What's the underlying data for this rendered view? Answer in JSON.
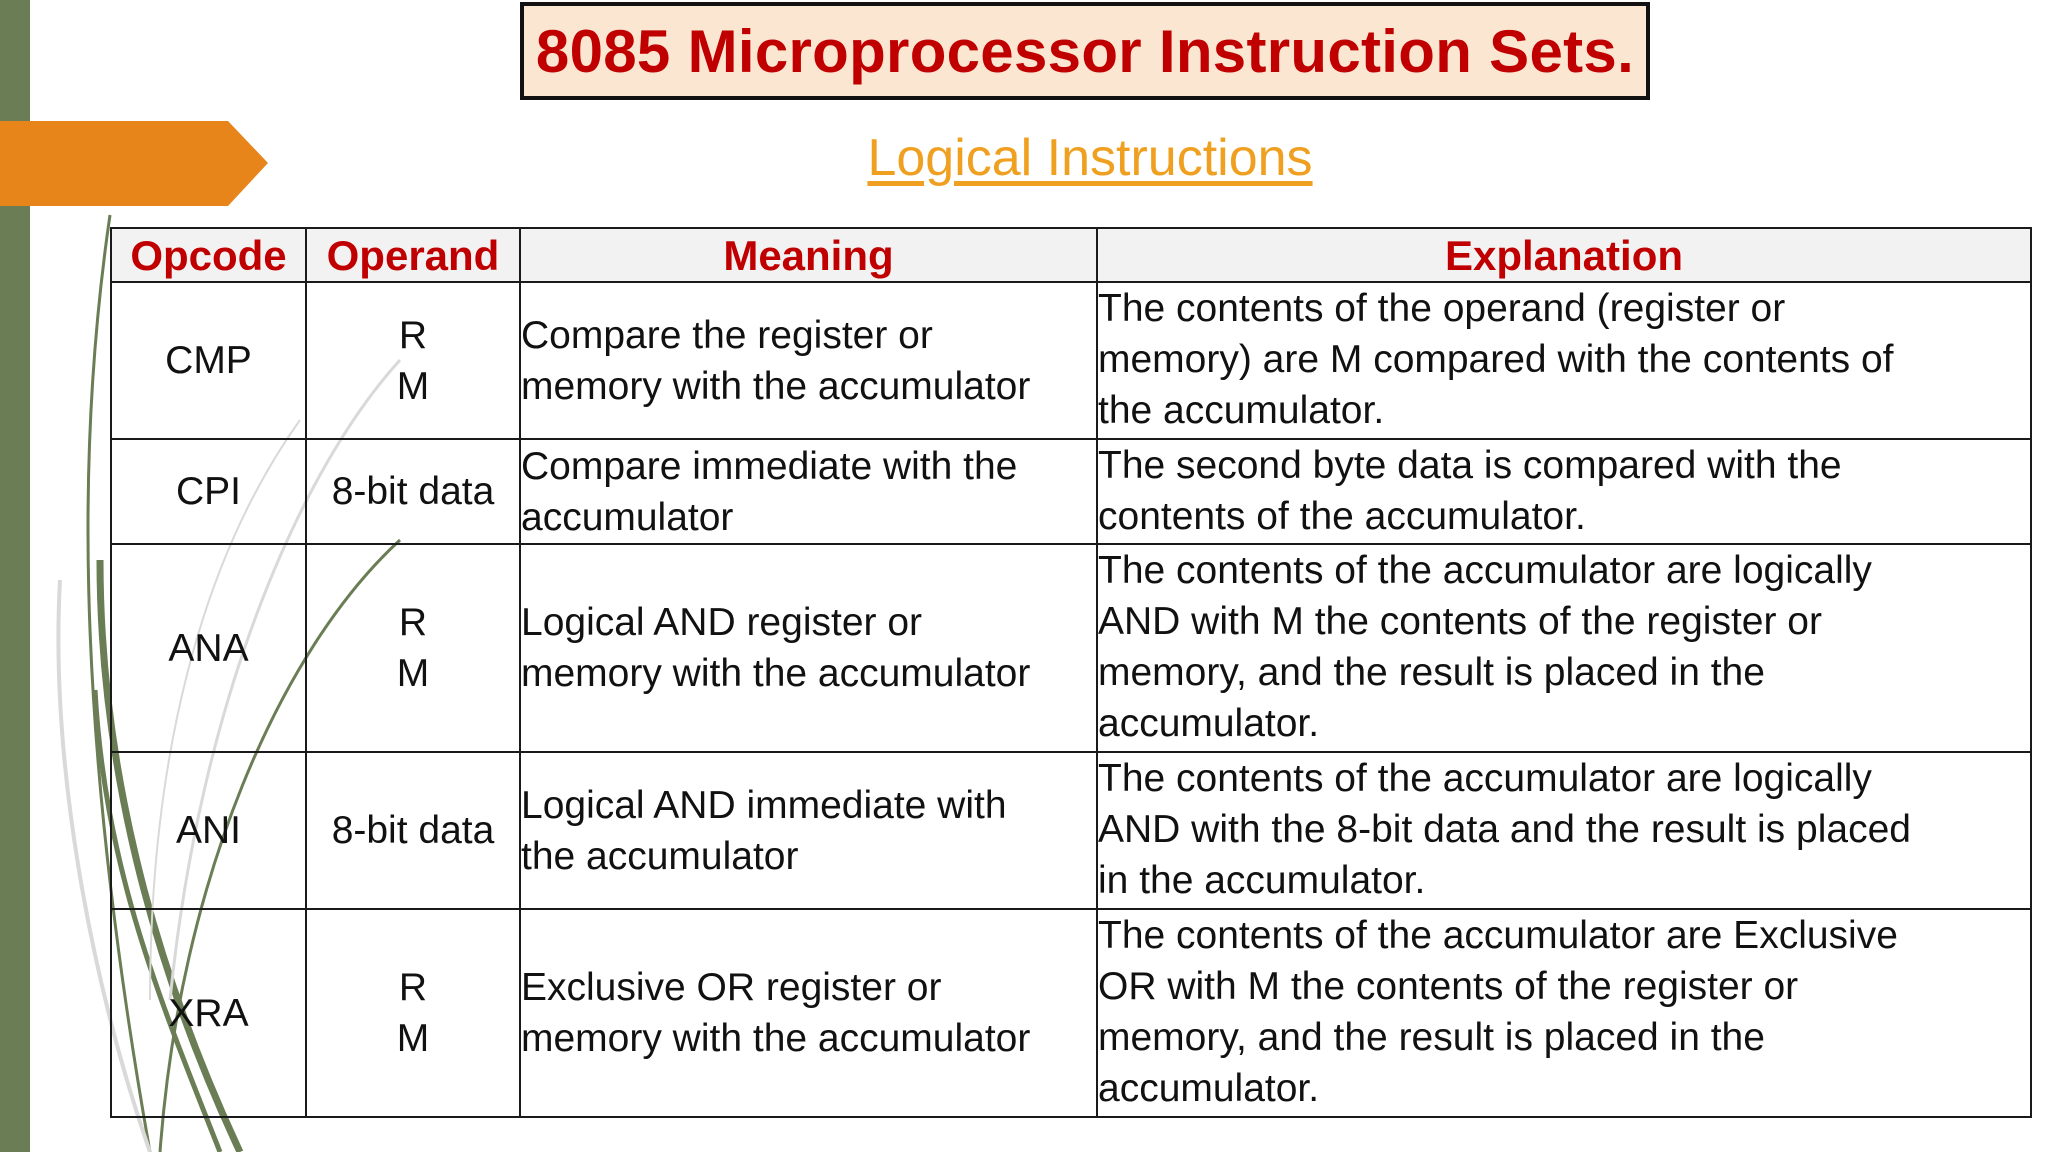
{
  "slide": {
    "title": "8085 Microprocessor Instruction Sets.",
    "subtitle": "Logical Instructions"
  },
  "colors": {
    "title_text": "#c00000",
    "title_fill": "#fbe6d2",
    "subtitle": "#f0a020",
    "header_text": "#c00000",
    "left_bar": "#6a7d55",
    "accent_arrow": "#e8851a"
  },
  "table": {
    "headers": [
      "Opcode",
      "Operand",
      "Meaning",
      "Explanation"
    ],
    "rows": [
      {
        "opcode": "CMP",
        "operand": [
          "R",
          "M"
        ],
        "meaning": [
          "Compare the register or",
          "memory with the accumulator"
        ],
        "explanation": [
          "The contents of the operand (register or",
          "memory) are M compared with the contents of",
          "the accumulator."
        ]
      },
      {
        "opcode": "CPI",
        "operand": [
          "8-bit data"
        ],
        "meaning": [
          "Compare immediate with the",
          "accumulator"
        ],
        "explanation": [
          "The second byte data is compared with the",
          "contents of the accumulator."
        ]
      },
      {
        "opcode": "ANA",
        "operand": [
          "R",
          "M"
        ],
        "meaning": [
          "Logical AND register or",
          "memory with the accumulator"
        ],
        "explanation": [
          "The contents of the accumulator are logically",
          "AND with M the contents of the register or",
          "memory, and the result is placed in the",
          "accumulator."
        ]
      },
      {
        "opcode": "ANI",
        "operand": [
          "8-bit data"
        ],
        "meaning": [
          "Logical AND immediate with",
          "the accumulator"
        ],
        "explanation": [
          "The contents of the accumulator are logically",
          "AND with the 8-bit data and the result is placed",
          "in the accumulator."
        ]
      },
      {
        "opcode": "XRA",
        "operand": [
          "R",
          "M"
        ],
        "meaning": [
          "Exclusive OR register or",
          "memory with the accumulator"
        ],
        "explanation": [
          "The contents of the accumulator are Exclusive",
          "OR with M the contents of the register or",
          "memory, and the result is placed in the",
          "accumulator."
        ]
      }
    ]
  }
}
